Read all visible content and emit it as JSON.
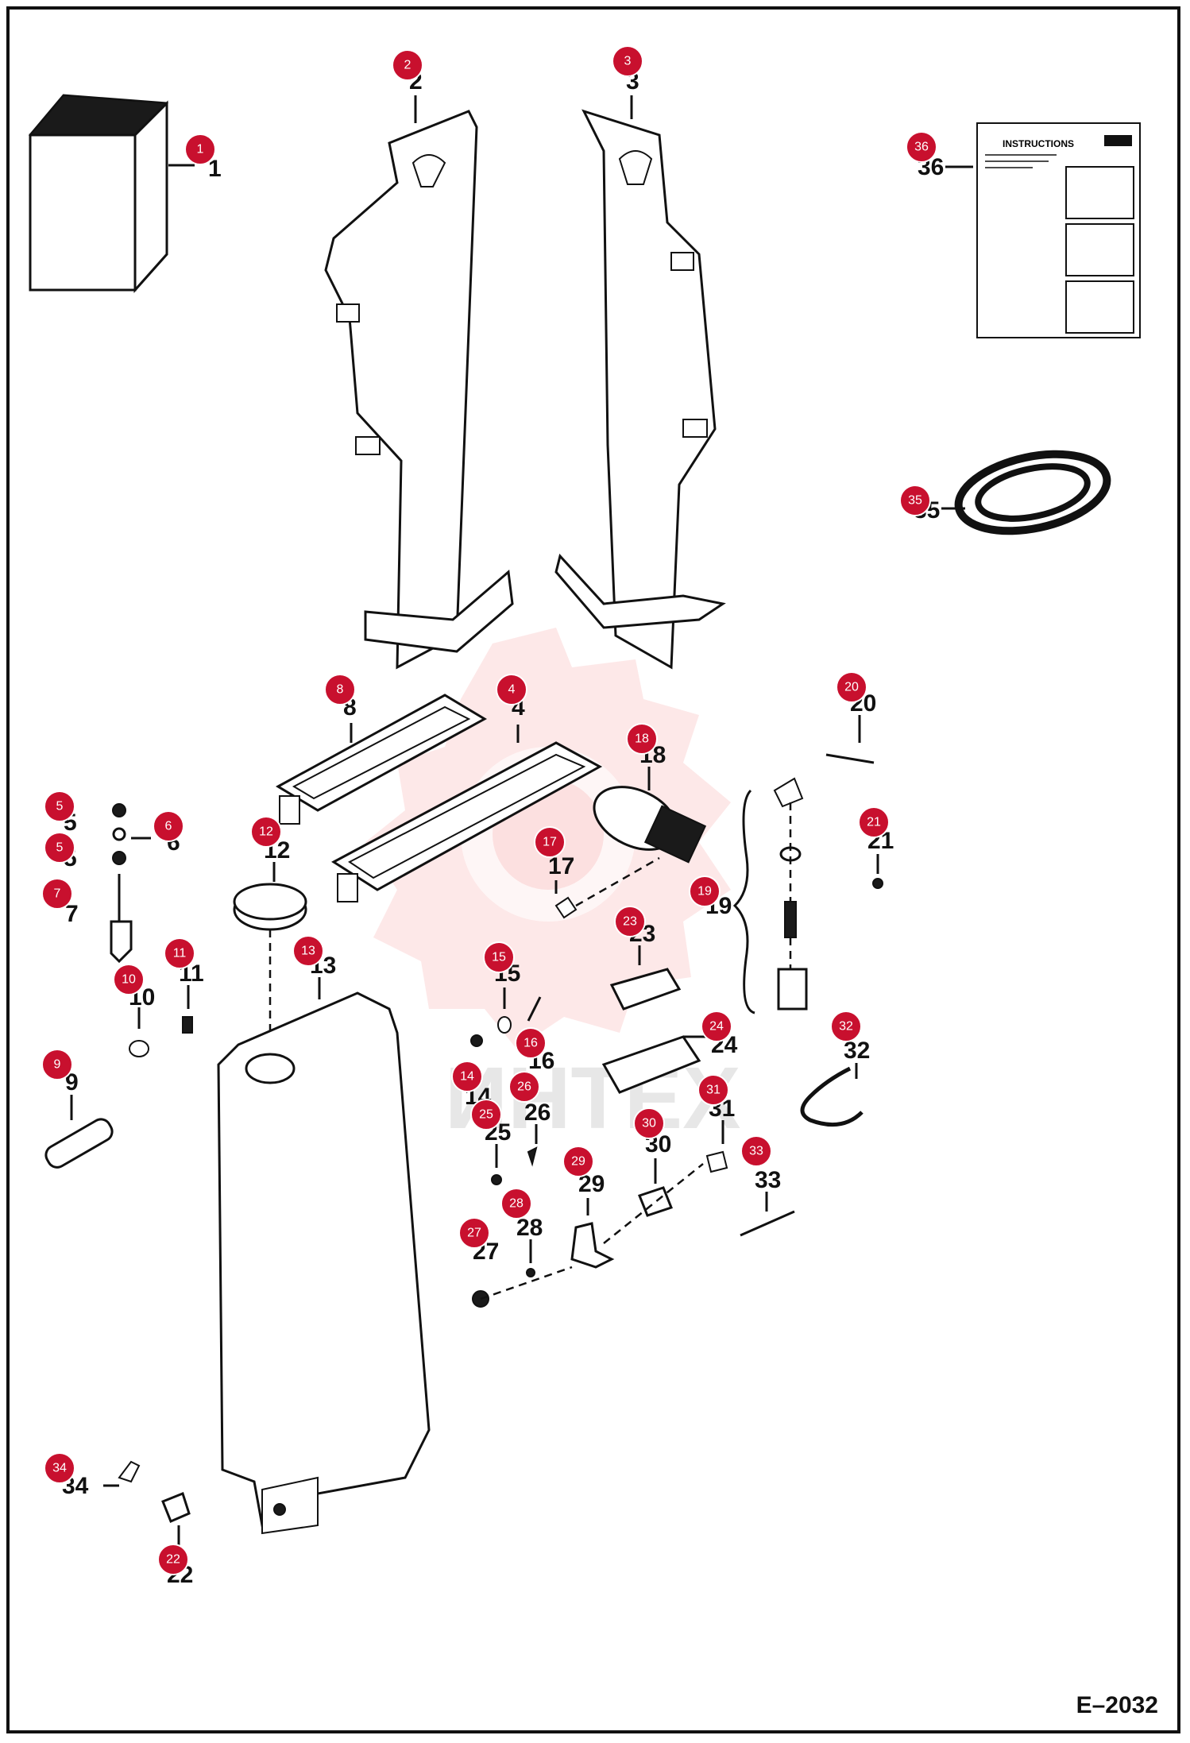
{
  "figure_code": "E–2032",
  "watermark": "ИНТЕХ",
  "parts": [
    {
      "id": "1",
      "label": "1"
    },
    {
      "id": "2",
      "label": "2"
    },
    {
      "id": "3",
      "label": "3"
    },
    {
      "id": "4",
      "label": "4"
    },
    {
      "id": "5a",
      "label": "5"
    },
    {
      "id": "5b",
      "label": "5"
    },
    {
      "id": "6",
      "label": "6"
    },
    {
      "id": "7",
      "label": "7"
    },
    {
      "id": "8",
      "label": "8"
    },
    {
      "id": "9",
      "label": "9"
    },
    {
      "id": "10",
      "label": "10"
    },
    {
      "id": "11",
      "label": "11"
    },
    {
      "id": "12",
      "label": "12"
    },
    {
      "id": "13",
      "label": "13"
    },
    {
      "id": "14",
      "label": "14"
    },
    {
      "id": "15",
      "label": "15"
    },
    {
      "id": "16",
      "label": "16"
    },
    {
      "id": "17",
      "label": "17"
    },
    {
      "id": "18",
      "label": "18"
    },
    {
      "id": "19",
      "label": "19"
    },
    {
      "id": "20",
      "label": "20"
    },
    {
      "id": "21",
      "label": "21"
    },
    {
      "id": "22",
      "label": "22"
    },
    {
      "id": "23",
      "label": "23"
    },
    {
      "id": "24",
      "label": "24"
    },
    {
      "id": "25",
      "label": "25"
    },
    {
      "id": "26",
      "label": "26"
    },
    {
      "id": "27",
      "label": "27"
    },
    {
      "id": "28",
      "label": "28"
    },
    {
      "id": "29",
      "label": "29"
    },
    {
      "id": "30",
      "label": "30"
    },
    {
      "id": "31",
      "label": "31"
    },
    {
      "id": "32",
      "label": "32"
    },
    {
      "id": "33",
      "label": "33"
    },
    {
      "id": "34",
      "label": "34"
    },
    {
      "id": "35",
      "label": "35"
    },
    {
      "id": "36",
      "label": "36"
    }
  ],
  "instructions_sheet": {
    "heading": "INSTRUCTIONS"
  },
  "colors": {
    "callout": "#c8102e",
    "watermark": "#f04b4b",
    "line": "#111111"
  }
}
